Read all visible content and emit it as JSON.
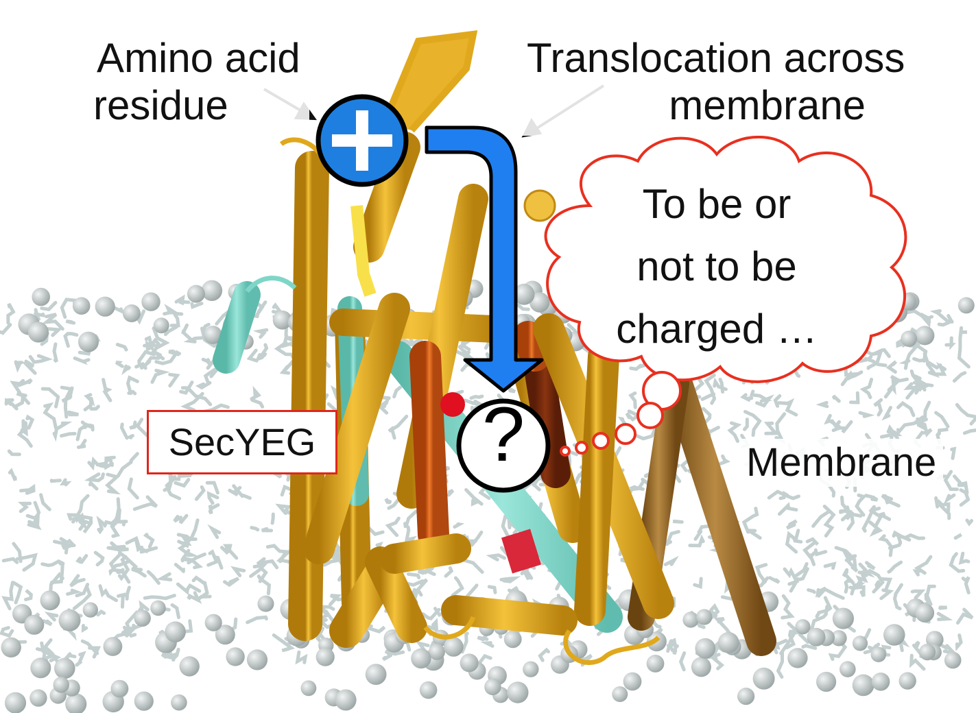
{
  "labels": {
    "amino_acid_line1": "Amino acid",
    "amino_acid_line2": "residue",
    "translocation_line1": "Translocation across",
    "translocation_line2": "membrane",
    "secyeg": "SecYEG",
    "membrane": "Membrane"
  },
  "thought_bubble": {
    "line1": "To be or",
    "line2": "not to be",
    "line3": "charged …"
  },
  "symbols": {
    "charged_residue": "+",
    "unknown_state": "?"
  },
  "colors": {
    "charge_blue": "#1e7fe0",
    "arrow_blue": "#1f7ff0",
    "bubble_red": "#e8301f",
    "secyeg_box_red": "#e0261b",
    "helix_gold": "#e0a81c",
    "helix_orange": "#e0611a",
    "helix_brown": "#9a6a2a",
    "helix_cyan": "#7fd6c8",
    "lipid_grey": "#c4cfcf"
  }
}
